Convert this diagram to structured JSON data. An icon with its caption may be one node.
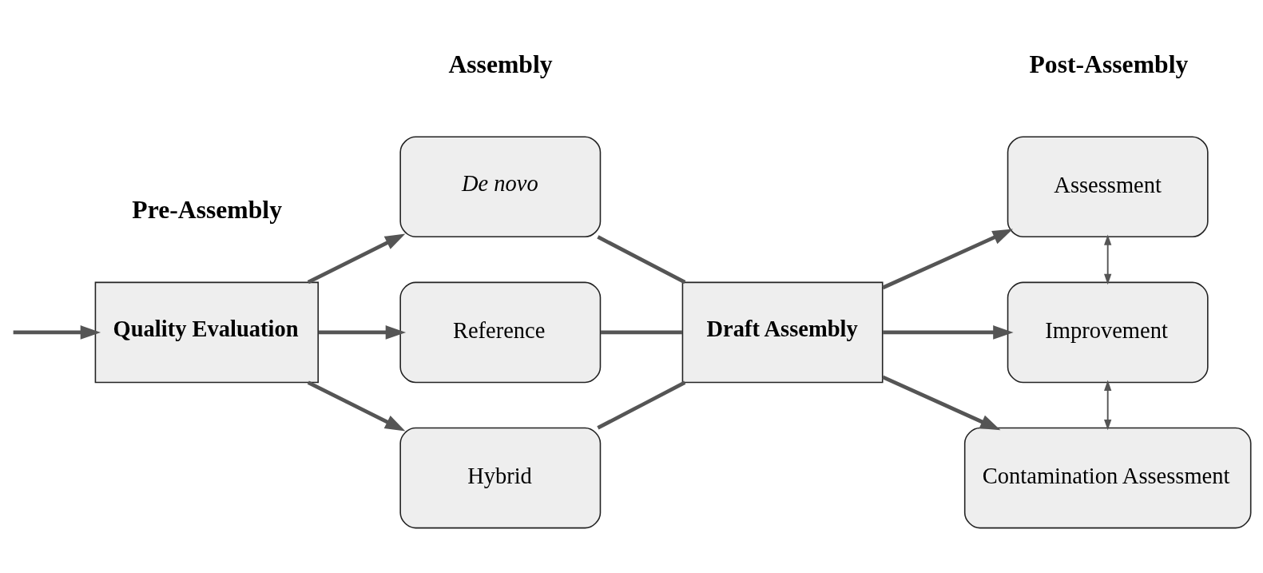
{
  "diagram": {
    "nodes": [
      {
        "text": [
          "Quality Evaluation"
        ]
      },
      {
        "text": [
          "De novo"
        ]
      },
      {
        "text": [
          "Reference"
        ]
      },
      {
        "text": [
          "Hybrid"
        ]
      },
      {
        "text": [
          "Draft Assembly"
        ]
      },
      {
        "text": [
          "Assessment"
        ]
      },
      {
        "text": [
          "Improvement"
        ]
      },
      {
        "text": [
          "Contamination Assessment"
        ]
      }
    ],
    "edges": [
      {
        "from": null,
        "to": 0,
        "arrow": "to"
      },
      {
        "from": 0,
        "to": 1,
        "arrow": "to"
      },
      {
        "from": 0,
        "to": 2,
        "arrow": "to"
      },
      {
        "from": 0,
        "to": 3,
        "arrow": "to"
      },
      {
        "from": 1,
        "to": 4,
        "arrow": "none"
      },
      {
        "from": 2,
        "to": 4,
        "arrow": "none"
      },
      {
        "from": 3,
        "to": 4,
        "arrow": "none"
      },
      {
        "from": 4,
        "to": 5,
        "arrow": "to"
      },
      {
        "from": 4,
        "to": 6,
        "arrow": "to"
      },
      {
        "from": 4,
        "to": 7,
        "arrow": "to"
      },
      {
        "from": 5,
        "to": 6,
        "arrow": "both"
      },
      {
        "from": 6,
        "to": 7,
        "arrow": "both"
      }
    ],
    "labels": [
      "Pre-Assembly",
      "Assembly",
      "Post-Assembly"
    ]
  }
}
